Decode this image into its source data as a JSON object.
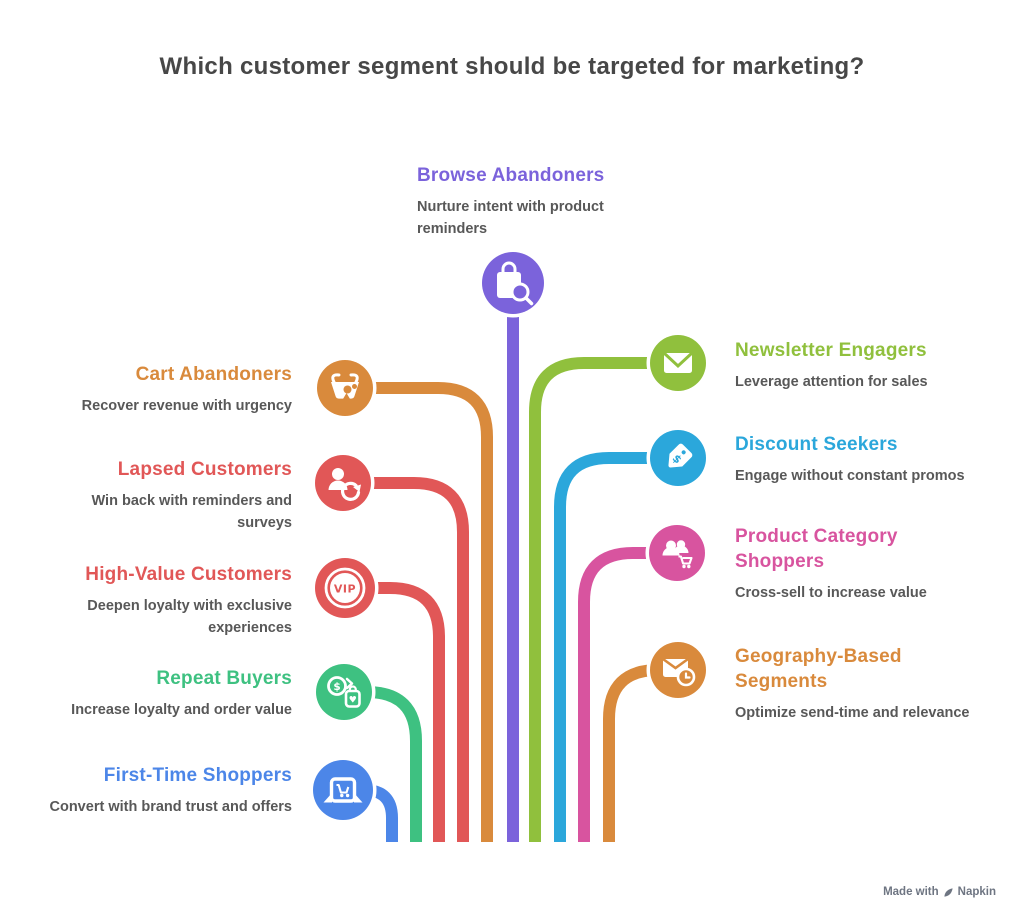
{
  "title": "Which customer segment should be targeted for marketing?",
  "watermark": {
    "prefix": "Made with",
    "brand": "Napkin"
  },
  "segments": [
    {
      "id": "browse-abandoners",
      "title": "Browse Abandoners",
      "description": "Nurture intent with product reminders",
      "color": "#7B63DB",
      "icon": "shopping-bag-search"
    },
    {
      "id": "cart-abandoners",
      "title": "Cart Abandoners",
      "description": "Recover revenue with urgency",
      "color": "#D98A3C",
      "icon": "shopping-basket-alert"
    },
    {
      "id": "lapsed-customers",
      "title": "Lapsed Customers",
      "description": "Win back with reminders and surveys",
      "color": "#E15757",
      "icon": "person-refresh"
    },
    {
      "id": "high-value-customers",
      "title": "High-Value Customers",
      "description": "Deepen loyalty with exclusive experiences",
      "color": "#E15757",
      "icon": "vip-badge",
      "icon_text": "VIP"
    },
    {
      "id": "repeat-buyers",
      "title": "Repeat Buyers",
      "description": "Increase loyalty and order value",
      "color": "#3EC181",
      "icon": "coin-and-bag",
      "coin_text": "$",
      "heart_text": "♥"
    },
    {
      "id": "first-time-shoppers",
      "title": "First-Time Shoppers",
      "description": "Convert with brand trust and offers",
      "color": "#4C86E8",
      "icon": "storefront-cart"
    },
    {
      "id": "newsletter-engagers",
      "title": "Newsletter Engagers",
      "description": "Leverage attention for sales",
      "color": "#90C03D",
      "icon": "envelope-send"
    },
    {
      "id": "discount-seekers",
      "title": "Discount Seekers",
      "description": "Engage without constant promos",
      "color": "#2BA7DB",
      "icon": "price-tag",
      "icon_text": "$"
    },
    {
      "id": "product-category-shoppers",
      "title": "Product Category Shoppers",
      "description": "Cross-sell to increase value",
      "color": "#D8549F",
      "icon": "people-cart"
    },
    {
      "id": "geography-based-segments",
      "title": "Geography-Based Segments",
      "description": "Optimize send-time and relevance",
      "color": "#D98A3C",
      "icon": "envelope-clock"
    }
  ]
}
